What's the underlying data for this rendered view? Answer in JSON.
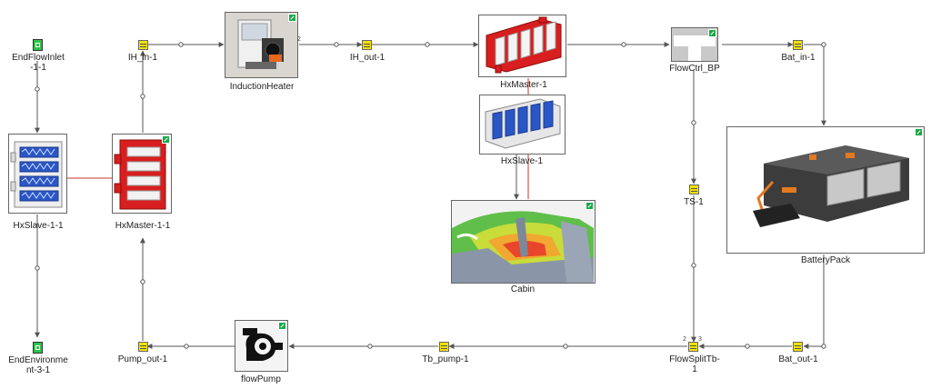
{
  "components": {
    "end_flow_inlet": "EndFlowInlet\n-1-1",
    "end_environment": "EndEnvironme\nnt-3-1",
    "hx_slave_1_1": "HxSlave-1-1",
    "hx_master_1_1": "HxMaster-1-1",
    "ih_in": "IH_in-1",
    "pump_out": "Pump_out-1",
    "induction_heater": "InductionHeater",
    "ih_out": "IH_out-1",
    "hx_master_1": "HxMaster-1",
    "hx_slave_1": "HxSlave-1",
    "cabin": "Cabin",
    "flow_ctrl_bp": "FlowCtrl_BP",
    "bat_in": "Bat_in-1",
    "ts": "TS-1",
    "battery_pack": "BatteryPack",
    "flow_split": "FlowSplitTb-\n1",
    "bat_out": "Bat_out-1",
    "tb_pump": "Tb_pump-1",
    "flow_pump": "flowPump"
  },
  "port_numbers": {
    "heater_out": "2",
    "split_top": "2",
    "split_top2": "3"
  },
  "colors": {
    "wire": "#555555",
    "thermal_link": "#c0392b",
    "sensor": "#f2e300",
    "boundary": "#2ec24a",
    "hx_master_red": "#d81e1e",
    "hx_slave_blue": "#2b56c6",
    "badge_green": "#1aa84a"
  },
  "icons": {
    "boundary": "green-boundary-icon",
    "sensor": "yellow-sensor-icon",
    "expand": "green-expand-icon"
  }
}
